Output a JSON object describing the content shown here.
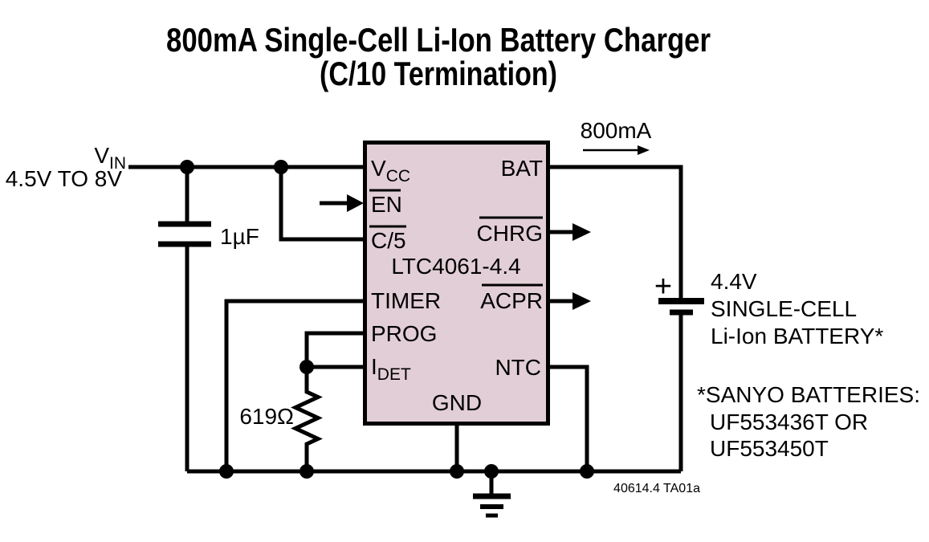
{
  "title": {
    "line1": "800mA Single-Cell Li-Ion Battery Charger",
    "line2": "(C/10 Termination)"
  },
  "input": {
    "v_main": "V",
    "v_sub": "IN",
    "range": "4.5V TO 8V"
  },
  "ic": {
    "part_number": "LTC4061-4.4",
    "pins": {
      "vcc_main": "V",
      "vcc_sub": "CC",
      "en": "EN",
      "c5": "C/5",
      "timer": "TIMER",
      "prog": "PROG",
      "idet_main": "I",
      "idet_sub": "DET",
      "gnd": "GND",
      "bat": "BAT",
      "chrg": "CHRG",
      "acpr": "ACPR",
      "ntc": "NTC"
    }
  },
  "components": {
    "capacitor_value": "1µF",
    "resistor_value": "619Ω",
    "charge_current": "800mA",
    "battery_polarity": "+"
  },
  "battery_label": {
    "line1": "4.4V",
    "line2": "SINGLE-CELL",
    "line3": "Li-Ion BATTERY*"
  },
  "battery_note": {
    "line1": "*SANYO BATTERIES:",
    "line2": "UF553436T OR",
    "line3": "UF553450T"
  },
  "figure_id": "40614.4 TA01a",
  "colors": {
    "ic_fill": "#e2ced6",
    "stroke": "#000000",
    "background": "#ffffff"
  }
}
